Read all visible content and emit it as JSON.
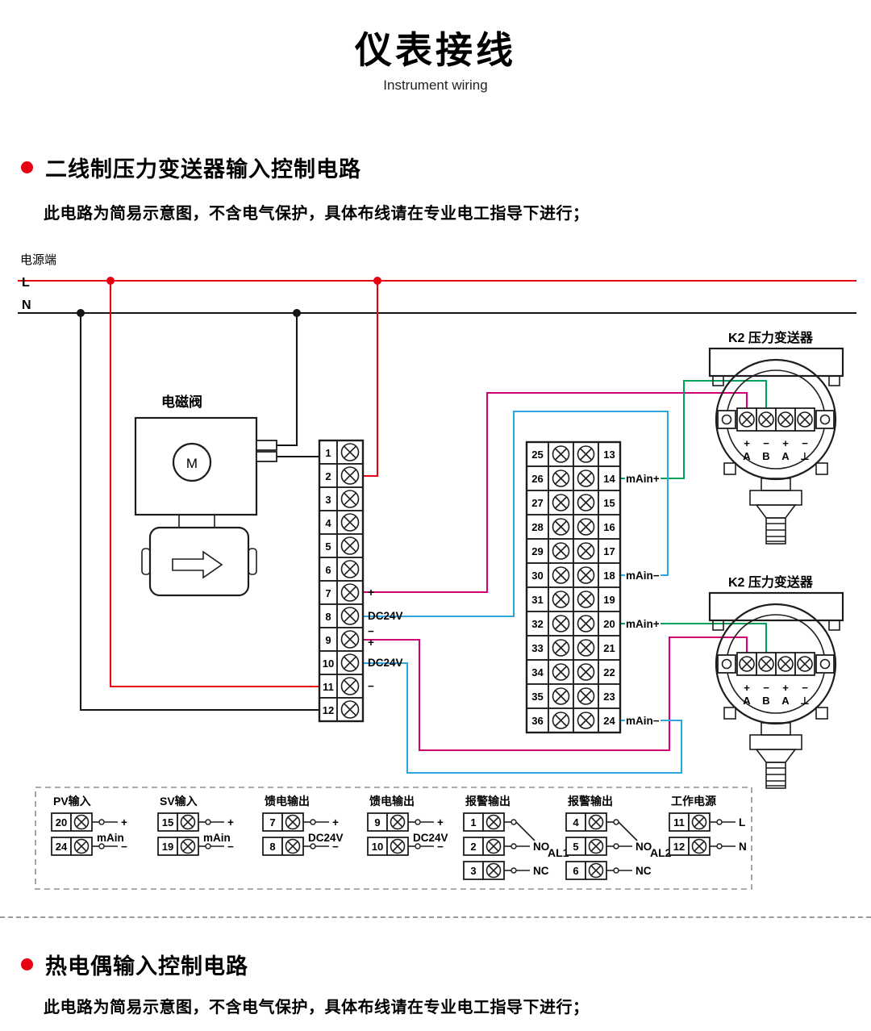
{
  "header": {
    "title": "仪表接线",
    "subtitle": "Instrument wiring"
  },
  "section1": {
    "heading": "二线制压力变送器输入控制电路",
    "note": "此电路为简易示意图，不含电气保护，具体布线请在专业电工指导下进行；"
  },
  "section2": {
    "heading": "热电偶输入控制电路",
    "note": "此电路为简易示意图，不含电气保护，具体布线请在专业电工指导下进行；"
  },
  "colors": {
    "live": "#e60012",
    "neutral": "#161616",
    "magenta": "#cf0072",
    "blue": "#2ba6de",
    "green": "#00a05a"
  },
  "diagram": {
    "power": {
      "label": "电源端",
      "live": "L",
      "neutral": "N"
    },
    "valve": {
      "label": "电磁阀",
      "motor": "M"
    },
    "left_strip": {
      "numbers": [
        "1",
        "2",
        "3",
        "4",
        "5",
        "6",
        "7",
        "8",
        "9",
        "10",
        "11",
        "12"
      ],
      "side_labels": [
        "+",
        "DC24V",
        "−",
        "+",
        "DC24V",
        "−"
      ]
    },
    "middle_strip": {
      "numbers_left": [
        "25",
        "26",
        "27",
        "28",
        "29",
        "30",
        "31",
        "32",
        "33",
        "34",
        "35",
        "36"
      ],
      "numbers_right": [
        "13",
        "14",
        "15",
        "16",
        "17",
        "18",
        "19",
        "20",
        "21",
        "22",
        "23",
        "24"
      ],
      "labels": [
        {
          "t": 14,
          "text": "mAin+"
        },
        {
          "t": 18,
          "text": "mAin−"
        },
        {
          "t": 20,
          "text": "mAin+"
        },
        {
          "t": 24,
          "text": "mAin−"
        }
      ]
    },
    "transmitter": {
      "label": "K2 压力变送器",
      "polarity": "+ − + −",
      "ports": "A B A ⊥"
    },
    "legend": {
      "groups": [
        {
          "title": "PV输入",
          "type": "pair",
          "terminals": [
            "20",
            "24"
          ],
          "pins": [
            "+",
            "−"
          ],
          "center": "mAin"
        },
        {
          "title": "SV输入",
          "type": "pair",
          "terminals": [
            "15",
            "19"
          ],
          "pins": [
            "+",
            "−"
          ],
          "center": "mAin"
        },
        {
          "title": "馈电输出",
          "type": "pair",
          "terminals": [
            "7",
            "8"
          ],
          "pins": [
            "+",
            "−"
          ],
          "center": "DC24V"
        },
        {
          "title": "馈电输出",
          "type": "pair",
          "terminals": [
            "9",
            "10"
          ],
          "pins": [
            "+",
            "−"
          ],
          "center": "DC24V"
        },
        {
          "title": "报警输出",
          "type": "relay",
          "terminals": [
            "1",
            "2",
            "3"
          ],
          "pins": [
            "",
            "NO",
            "NC"
          ],
          "center": "AL1"
        },
        {
          "title": "报警输出",
          "type": "relay",
          "terminals": [
            "4",
            "5",
            "6"
          ],
          "pins": [
            "",
            "NO",
            "NC"
          ],
          "center": "AL2"
        },
        {
          "title": "工作电源",
          "type": "pair",
          "terminals": [
            "11",
            "12"
          ],
          "pins": [
            "L",
            "N"
          ],
          "center": ""
        }
      ]
    }
  }
}
